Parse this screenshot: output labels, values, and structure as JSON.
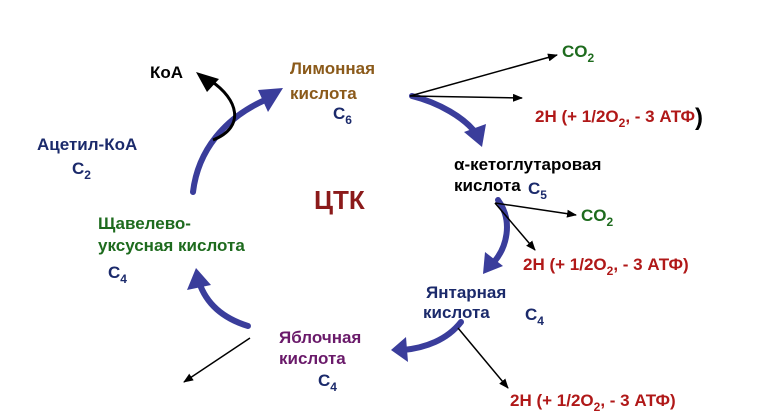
{
  "colors": {
    "cycle_arrow": "#3a3d9b",
    "black": "#000000",
    "brown": "#8b5a1a",
    "navy": "#1b2a6b",
    "green": "#1e6b1e",
    "purple": "#6a1a6a",
    "red": "#b01818",
    "darkred": "#8b1a1a"
  },
  "center_label": "ЦТК",
  "nodes": {
    "citric": {
      "line1": "Лимонная",
      "line2": "кислота",
      "carbon": "C",
      "carbon_sub": "6"
    },
    "akg": {
      "line1": "α-кетоглутаровая",
      "line2": "кислота",
      "carbon": "C",
      "carbon_sub": "5"
    },
    "succinic": {
      "line1": "Янтарная",
      "line2": "кислота",
      "carbon": "C",
      "carbon_sub": "4"
    },
    "malic": {
      "line1": "Яблочная",
      "line2": "кислота",
      "carbon": "C",
      "carbon_sub": "4"
    },
    "oxaloacetic": {
      "line1": "Щавелево-",
      "line2": "уксусная кислота",
      "carbon": "C",
      "carbon_sub": "4"
    },
    "acetyl": {
      "label": "Ацетил-КоА",
      "carbon": "C",
      "carbon_sub": "2"
    },
    "koa": {
      "label": "КоА"
    }
  },
  "products": {
    "co2_1": {
      "text": "CO",
      "sub": "2"
    },
    "h_1": {
      "pre": "2H (+ 1/2O",
      "sub": "2",
      "post": ", - 3 АТФ",
      "close": ")"
    },
    "co2_2": {
      "text": "CO",
      "sub": "2"
    },
    "h_2": {
      "pre": "2H (+ 1/2O",
      "sub": "2",
      "post": ", - 3 АТФ)"
    },
    "h_3": {
      "pre": "2H (+ 1/2O",
      "sub": "2",
      "post": ", - 3 АТФ)"
    }
  }
}
